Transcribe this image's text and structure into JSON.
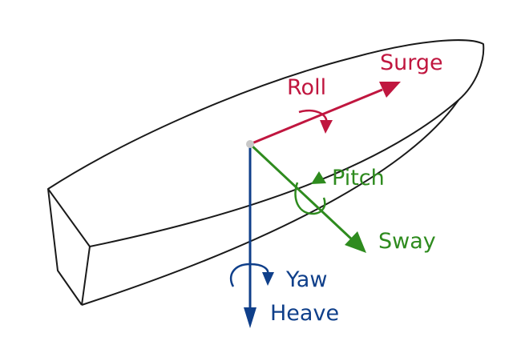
{
  "colors": {
    "surge": "#c0163f",
    "sway": "#2e8b1e",
    "heave": "#0f3f8a",
    "hull": "#1a1a1a",
    "origin": "#c8c8c8"
  },
  "labels": {
    "surge": "Surge",
    "roll": "Roll",
    "pitch": "Pitch",
    "sway": "Sway",
    "yaw": "Yaw",
    "heave": "Heave"
  }
}
